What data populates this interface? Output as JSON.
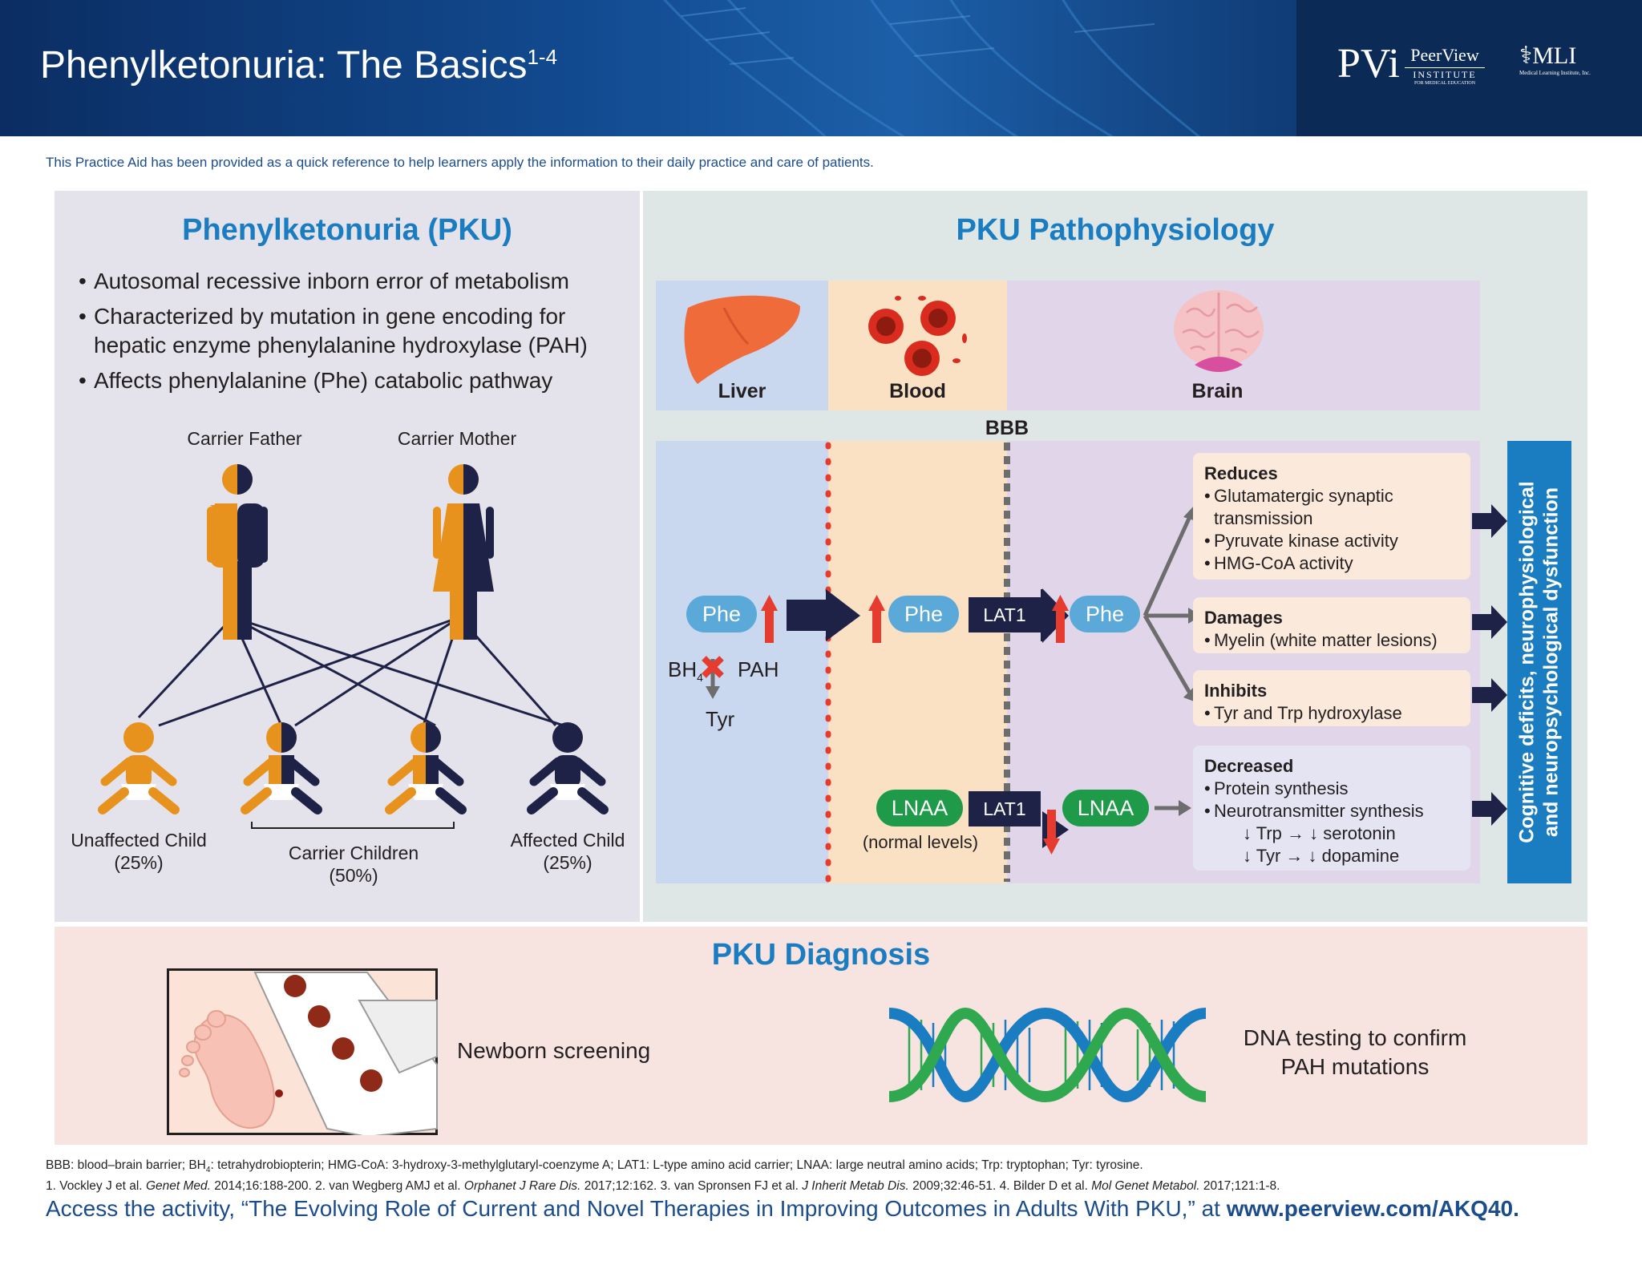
{
  "header": {
    "title": "Phenylketonuria: The Basics",
    "title_sup": "1-4",
    "logo_pvi": {
      "mark": "PVi",
      "name": "PeerView",
      "line2": "INSTITUTE",
      "line3": "FOR MEDICAL EDUCATION"
    },
    "logo_mli": {
      "mark": "MLI",
      "tagline": "Medical Learning Institute, Inc."
    }
  },
  "intro": "This Practice Aid has been provided as a quick reference to help learners apply the information to their daily practice and care of patients.",
  "pku": {
    "title": "Phenylketonuria (PKU)",
    "bullets": [
      "Autosomal recessive inborn error of metabolism",
      "Characterized by mutation in gene encoding for hepatic enzyme phenylalanine hydroxylase (PAH)",
      "Affects phenylalanine (Phe) catabolic pathway"
    ],
    "father": "Carrier Father",
    "mother": "Carrier Mother",
    "unaffected": "Unaffected Child",
    "unaffected_pct": "(25%)",
    "carriers": "Carrier Children",
    "carriers_pct": "(50%)",
    "affected": "Affected Child",
    "affected_pct": "(25%)",
    "colors": {
      "orange": "#e8921e",
      "navy": "#1f2247"
    }
  },
  "patho": {
    "title": "PKU Pathophysiology",
    "liver": "Liver",
    "blood": "Blood",
    "brain": "Brain",
    "bbb": "BBB",
    "phe": "Phe",
    "lat1": "LAT1",
    "bh4": "BH",
    "bh4_sub": "4",
    "pah": "PAH",
    "tyr": "Tyr",
    "lnaa": "LNAA",
    "normal_levels": "(normal levels)",
    "reduces": {
      "head": "Reduces",
      "items": [
        "Glutamatergic synaptic",
        "HMG-CoA activity"
      ],
      "item1_cont": "transmission",
      "item2": "Pyruvate kinase activity"
    },
    "damages": {
      "head": "Damages",
      "item": "Myelin (white matter lesions)"
    },
    "inhibits": {
      "head": "Inhibits",
      "item": "Tyr and Trp hydroxylase"
    },
    "decreased": {
      "head": "Decreased",
      "item1": "Protein synthesis",
      "item2": "Neurotransmitter synthesis",
      "sub1": "↓ Trp → ↓ serotonin",
      "sub2": "↓ Tyr → ↓ dopamine"
    },
    "outcome_line1": "Cognitive deficits, neurophysiological",
    "outcome_line2": "and neuropsychological dysfunction",
    "colors": {
      "liver": "#c9d8ef",
      "blood": "#fbe1c4",
      "brain": "#e1d5ea",
      "up_arrow": "#e63c2f",
      "accent": "#1a7cc1"
    }
  },
  "diagnosis": {
    "title": "PKU Diagnosis",
    "newborn": "Newborn screening",
    "dna_line1": "DNA testing to confirm",
    "dna_line2": "PAH mutations"
  },
  "footer": {
    "abbrev_a": "BBB: blood–brain barrier; BH",
    "abbrev_sub": "4",
    "abbrev_b": ": tetrahydrobiopterin; HMG-CoA: 3-hydroxy-3-methylglutaryl-coenzyme A; LAT1: L-type amino acid carrier; LNAA: large neutral amino acids; Trp: tryptophan; Tyr: tyrosine.",
    "ref1a": "1. Vockley J et al. ",
    "ref1j": "Genet Med.",
    "ref1b": " 2014;16:188-200. 2. van Wegberg AMJ et al. ",
    "ref2j": "Orphanet J Rare Dis.",
    "ref2b": " 2017;12:162. 3. van Spronsen FJ et al. ",
    "ref3j": "J Inherit Metab Dis.",
    "ref3b": " 2009;32:46-51. 4. Bilder D et al. ",
    "ref4j": "Mol Genet Metabol.",
    "ref4b": " 2017;121:1-8.",
    "cta_text": "Access the activity, “The Evolving Role of Current and Novel Therapies in Improving Outcomes in Adults With PKU,” at ",
    "cta_link": "www.peerview.com/AKQ40."
  }
}
